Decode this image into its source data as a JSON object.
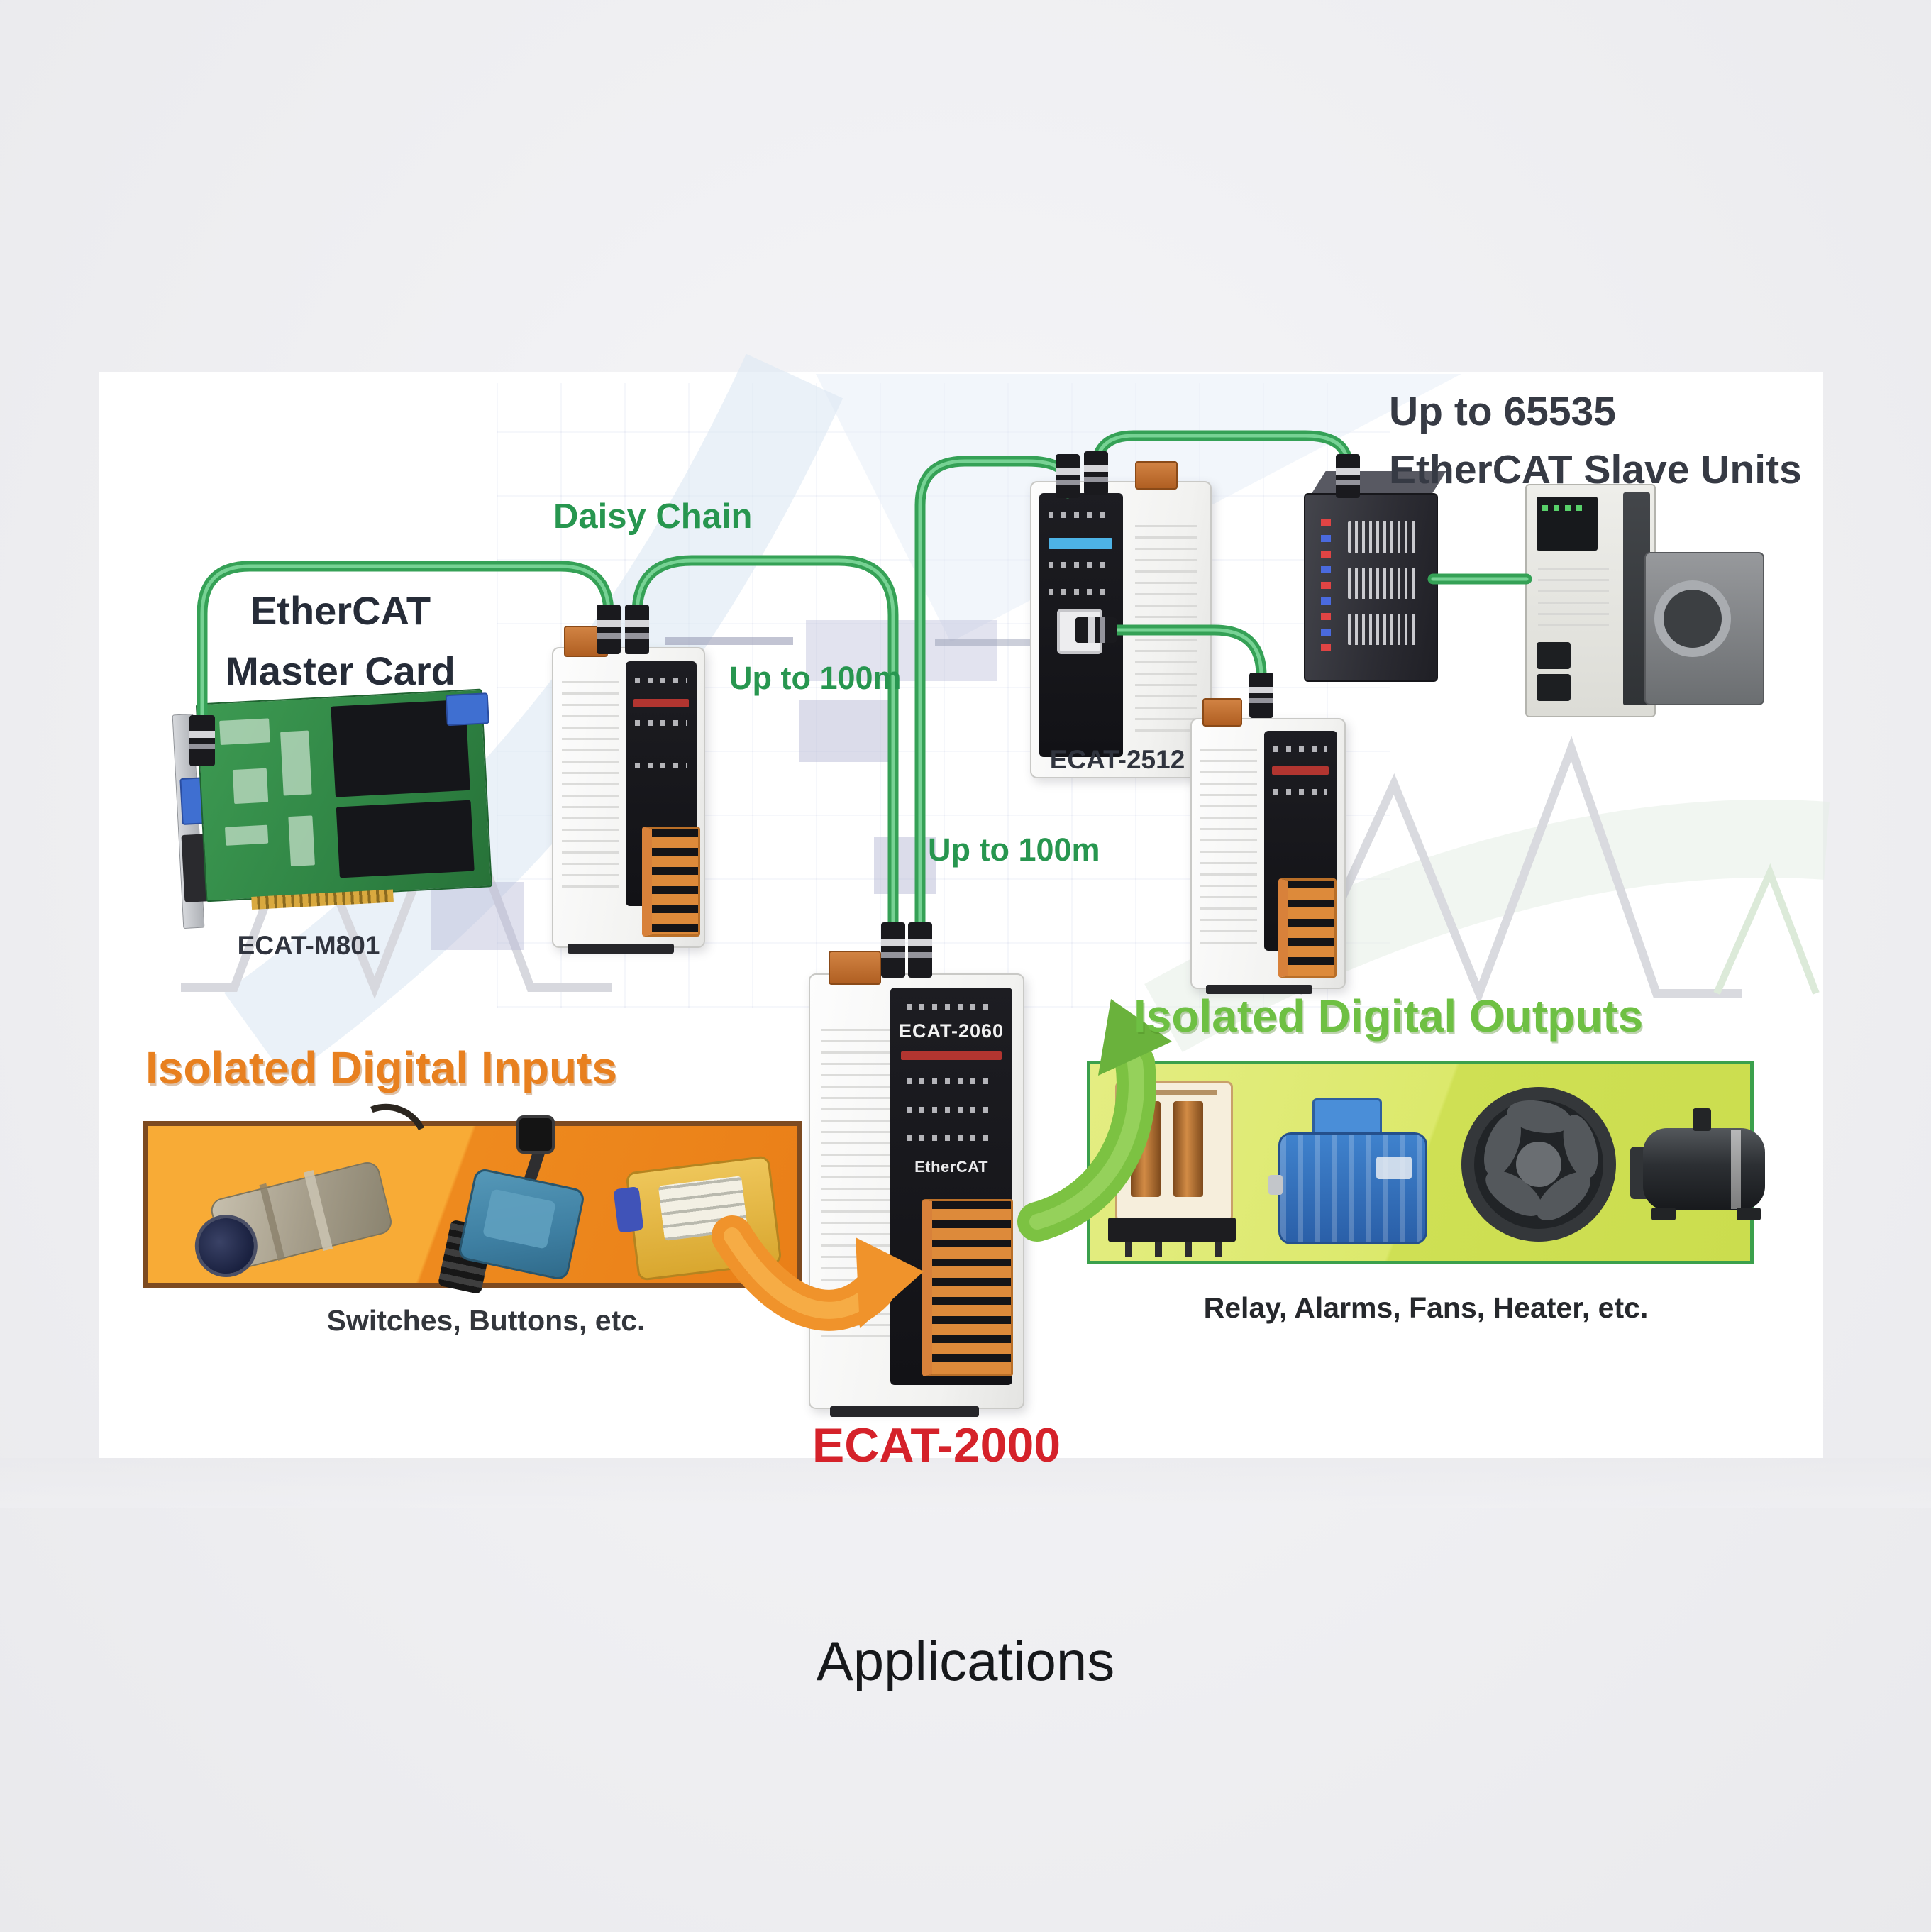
{
  "page": {
    "caption": "Applications"
  },
  "panel": {
    "top_right": {
      "line1": "Up to 65535",
      "line2": "EtherCAT Slave Units"
    },
    "labels": {
      "daisy_chain": "Daisy Chain",
      "master_card_line1": "EtherCAT",
      "master_card_line2": "Master Card",
      "up_to_100m_a": "Up to 100m",
      "up_to_100m_b": "Up to 100m",
      "ecat_m801": "ECAT-M801",
      "ecat_2512": "ECAT-2512",
      "ecat_2000": "ECAT-2000"
    },
    "inputs": {
      "title": "Isolated Digital Inputs",
      "caption": "Switches, Buttons, etc."
    },
    "outputs": {
      "title": "Isolated Digital Outputs",
      "caption": "Relay, Alarms, Fans, Heater, etc."
    },
    "device_front": {
      "model": "ECAT-2060",
      "logo": "EtherCAT"
    },
    "colors": {
      "panel_bg": "#ffffff",
      "page_bg": "#efeff2",
      "label_green": "#27964f",
      "bright_green": "#6ec043",
      "orange": "#e8801f",
      "red": "#d5222a",
      "dark_navy": "#363a44",
      "cable_green": "#3aa95c",
      "inputs_banner_border": "#7d4a20",
      "outputs_banner_border": "#3ba04c"
    }
  }
}
